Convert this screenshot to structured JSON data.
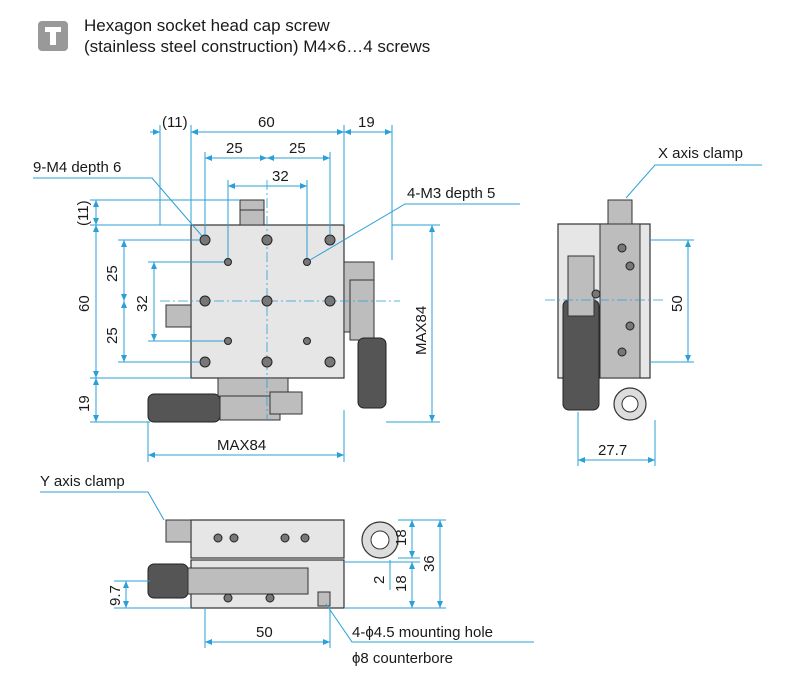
{
  "note": {
    "icon": "info-icon",
    "line1": "Hexagon socket head cap screw",
    "line2": "(stainless steel construction) M4×6…4 screws"
  },
  "top_view": {
    "dim_11_top": "(11)",
    "dim_60_top": "60",
    "dim_19_top": "19",
    "dim_25_a": "25",
    "dim_25_b": "25",
    "dim_32_top": "32",
    "label_9m4": "9-M4 depth 6",
    "label_4m3": "4-M3 depth 5",
    "dim_11_left": "(11)",
    "dim_25_left_a": "25",
    "dim_32_left": "32",
    "dim_25_left_b": "25",
    "dim_60_left": "60",
    "dim_19_left": "19",
    "dim_max84_right": "MAX84",
    "dim_max84_bottom": "MAX84"
  },
  "side_view": {
    "label_x_clamp": "X axis clamp",
    "dim_50": "50",
    "dim_27_7": "27.7"
  },
  "front_view": {
    "label_y_clamp": "Y axis clamp",
    "dim_18_a": "18",
    "dim_36": "36",
    "dim_2": "2",
    "dim_18_b": "18",
    "dim_9_7": "9.7",
    "dim_50": "50",
    "label_mount_1": "4-ϕ4.5 mounting hole",
    "label_mount_2": "ϕ8 counterbore"
  },
  "colors": {
    "dimension_line": "#2a9fd8",
    "part_fill": "#e6e6e6",
    "icon_fill": "#999999"
  }
}
